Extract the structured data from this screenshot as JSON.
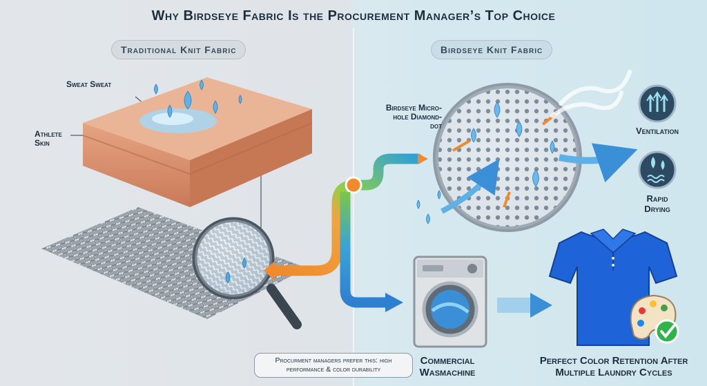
{
  "title": "Why Birdseye Fabric Is the Procurement Manager’s Top Choice",
  "left_panel": {
    "heading": "Traditional Knit Fabric",
    "sweat_label": "Sweat Sweat",
    "skin_label": "Athlete Skin"
  },
  "right_panel": {
    "heading": "Birdseye Knit Fabric",
    "micro_label": "Birdseye Micro-hole Diamond-dot",
    "features": [
      {
        "label": "Ventilation",
        "icon": "ventilation-icon"
      },
      {
        "label": "Rapid Drying",
        "icon": "rapid-drying-icon"
      }
    ],
    "washer_caption": "Commercial Wasmachine",
    "shirt_caption": "Perfect Color Retention After Multiple Laundry Cycles"
  },
  "callout": "Procurment managers prefer this: high performance & color durability",
  "colors": {
    "blue": "#3a8fd6",
    "orange": "#f08a2c",
    "green": "#6cc24a",
    "shirt": "#1f63d8",
    "check": "#2fb34a"
  }
}
